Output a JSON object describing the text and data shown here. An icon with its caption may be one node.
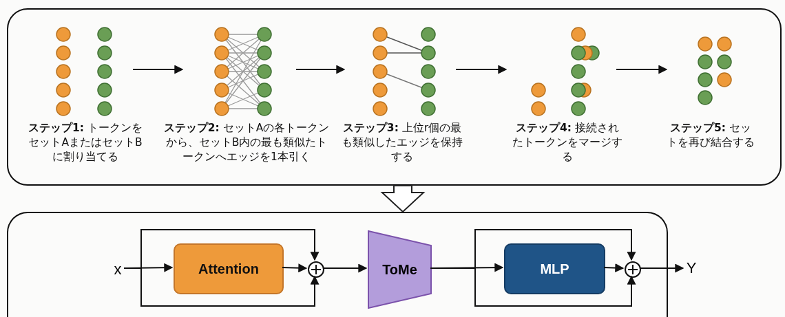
{
  "diagram": {
    "nodes": [
      {
        "text": [],
        "shape": "box"
      },
      {
        "text": [],
        "shape": "picture",
        "in": 0,
        "beside": [
          "**ステップ1:** トークンをセットAまたはセットBに割り当てる"
        ]
      },
      {
        "text": [],
        "shape": "picture",
        "in": 0,
        "beside": [
          "**ステップ2:** セットAの各トークンから、セットB内の最も類似たトークンへエッジを1本引く"
        ]
      },
      {
        "text": [],
        "shape": "picture",
        "in": 0,
        "beside": [
          "**ステップ3:** 上位r個の最も類似したエッジを保持する"
        ]
      },
      {
        "text": [],
        "shape": "picture",
        "in": 0,
        "beside": [
          "**ステップ4:** 接続されたトークンをマージする"
        ]
      },
      {
        "text": [],
        "shape": "picture",
        "in": 0,
        "beside": [
          "**ステップ5:** セットを再び結合する"
        ]
      },
      {
        "text": [],
        "shape": "box"
      },
      {
        "text": [
          "x"
        ],
        "in": 6
      },
      {
        "text": [
          "Attention"
        ],
        "in": 6
      },
      {
        "text": [],
        "shape": "circle",
        "in": 6
      },
      {
        "text": [
          "ToMe"
        ],
        "in": 6
      },
      {
        "text": [
          "MLP"
        ],
        "in": 6
      },
      {
        "text": [],
        "shape": "circle",
        "in": 6
      },
      {
        "text": [
          "Y"
        ]
      }
    ],
    "edges": [
      {
        "from": 1,
        "to": 2,
        "arrow": "to"
      },
      {
        "from": 2,
        "to": 3,
        "arrow": "to"
      },
      {
        "from": 3,
        "to": 4,
        "arrow": "to"
      },
      {
        "from": 4,
        "to": 5,
        "arrow": "to"
      },
      {
        "from": 0,
        "to": 6,
        "arrow": "to",
        "style": "thick"
      },
      {
        "from": 7,
        "to": 8,
        "arrow": "to"
      },
      {
        "from": 7,
        "to": 9,
        "arrow": "to"
      },
      {
        "from": 7,
        "to": 9,
        "arrow": "to"
      },
      {
        "from": 8,
        "to": 9,
        "arrow": "to"
      },
      {
        "from": 9,
        "to": 10,
        "arrow": "to"
      },
      {
        "from": 10,
        "to": 11,
        "arrow": "to"
      },
      {
        "from": 10,
        "to": 12,
        "arrow": "to"
      },
      {
        "from": 10,
        "to": 12,
        "arrow": "to"
      },
      {
        "from": 11,
        "to": 12,
        "arrow": "to"
      },
      {
        "from": 12,
        "to": 13,
        "arrow": "to"
      }
    ]
  }
}
